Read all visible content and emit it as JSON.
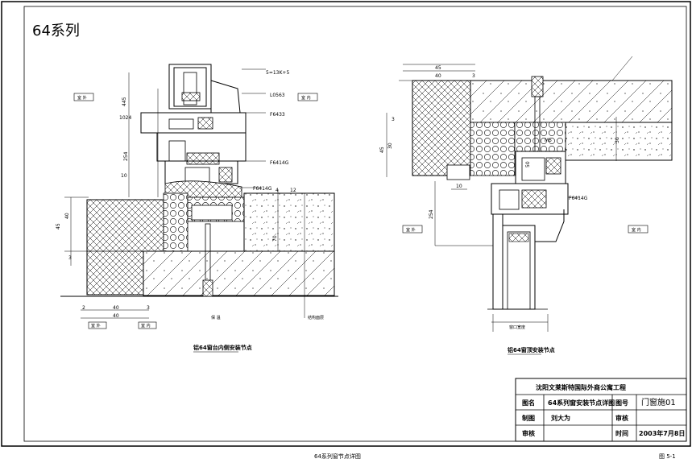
{
  "sheet": {
    "series_title": "64系列",
    "caption_left": "铝64窗台内侧安装节点",
    "caption_right": "铝64窗顶安装节点",
    "footer_title": "64系列窗节点详图",
    "figure_number": "图 5-1"
  },
  "left_detail": {
    "side_labels": [
      "室 外",
      "室 内"
    ],
    "profile_labels": [
      "L0563",
      "F6433",
      "F6414G",
      "F6414G"
    ],
    "dims_top": [
      "5=13K+5",
      "445"
    ],
    "dims_mid": [
      "1024",
      "254",
      "10",
      "4",
      "12",
      "70"
    ],
    "dims_left": [
      "40",
      "45",
      "3"
    ],
    "dims_bottom": [
      "2",
      "40",
      "40",
      "3"
    ],
    "bottom_labels": [
      "室 外",
      "室 内",
      "保 温",
      "结构面层"
    ]
  },
  "right_detail": {
    "dims_top": [
      "45",
      "40",
      "3"
    ],
    "dims_left": [
      "45",
      "30",
      "3"
    ],
    "dims_mid": [
      "10",
      "50",
      "M5",
      "30",
      "254"
    ],
    "profile_labels": [
      "F6414G",
      "室 外",
      "室 内"
    ],
    "bottom_label": "窗口宽度"
  },
  "title_block": {
    "project": "沈阳文莱斯特国际外商公寓工程",
    "rows": [
      {
        "k1": "图名",
        "v1": "64系列窗安装节点详图",
        "k2": "图号",
        "v2": "门窗施01"
      },
      {
        "k1": "制图",
        "v1": "刘大为",
        "k2": "审核",
        "v2": ""
      },
      {
        "k1": "审核",
        "v1": "",
        "k2": "时间",
        "v2": "2003年7月8日"
      }
    ]
  }
}
